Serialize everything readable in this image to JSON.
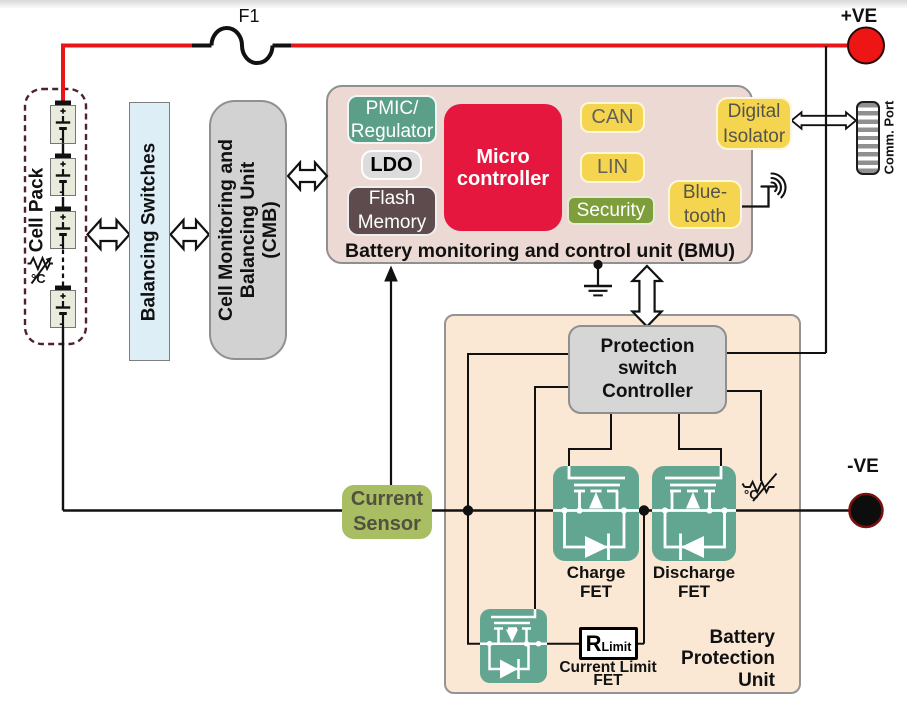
{
  "title": "Battery management system block diagram",
  "colors": {
    "wire_red": "#e81519",
    "wire_black": "#111111",
    "teal": "#5c9f88",
    "fet_teal": "#62a590",
    "yellow": "#f5d54f",
    "crimson": "#e6173f",
    "olive_green": "#7e9d3b",
    "current_sensor_green": "#a9bd63",
    "bmu_fill": "#ecd9d4",
    "bpu_fill": "#fae7d4",
    "gray_box": "#d6d6d6",
    "light_blue": "#ddeef6",
    "flash_brown": "#5e4b4d",
    "cell_fill": "#e9ecdd",
    "dashed_maroon": "#4d2133"
  },
  "top": {
    "fuse_label": "F1",
    "positive_terminal": "+VE",
    "negative_terminal": "-VE"
  },
  "cell_pack": {
    "label": "Cell Pack",
    "cell_count": 4,
    "cell_plus": "+",
    "cell_minus": "-",
    "temp_sensor": "°C"
  },
  "balancing_switches": {
    "label": "Balancing Switches"
  },
  "cmb": {
    "lines": [
      "Cell Monitoring and",
      "Balancing Unit",
      "(CMB)"
    ]
  },
  "bmu": {
    "label": "Battery monitoring and control unit (BMU)",
    "pmic": [
      "PMIC/",
      "Regulator"
    ],
    "ldo": "LDO",
    "flash": [
      "Flash",
      "Memory"
    ],
    "micro": [
      "Micro",
      "controller"
    ],
    "can": "CAN",
    "lin": "LIN",
    "security": "Security",
    "digital_isolator": [
      "Digital",
      "Isolator"
    ],
    "bluetooth": [
      "Blue-",
      "tooth"
    ]
  },
  "comm_port": {
    "label": "Comm. Port"
  },
  "bpu": {
    "label_lines": [
      "Battery",
      "Protection",
      "Unit"
    ],
    "psc_lines": [
      "Protection",
      "switch",
      "Controller"
    ],
    "charge_fet": [
      "Charge",
      "FET"
    ],
    "discharge_fet": [
      "Discharge",
      "FET"
    ],
    "current_limit_fet": [
      "Current Limit",
      "FET"
    ],
    "r_limit_main": "R",
    "r_limit_sub": "Limit",
    "temp_sensor": "°C"
  },
  "current_sensor": {
    "lines": [
      "Current",
      "Sensor"
    ]
  }
}
